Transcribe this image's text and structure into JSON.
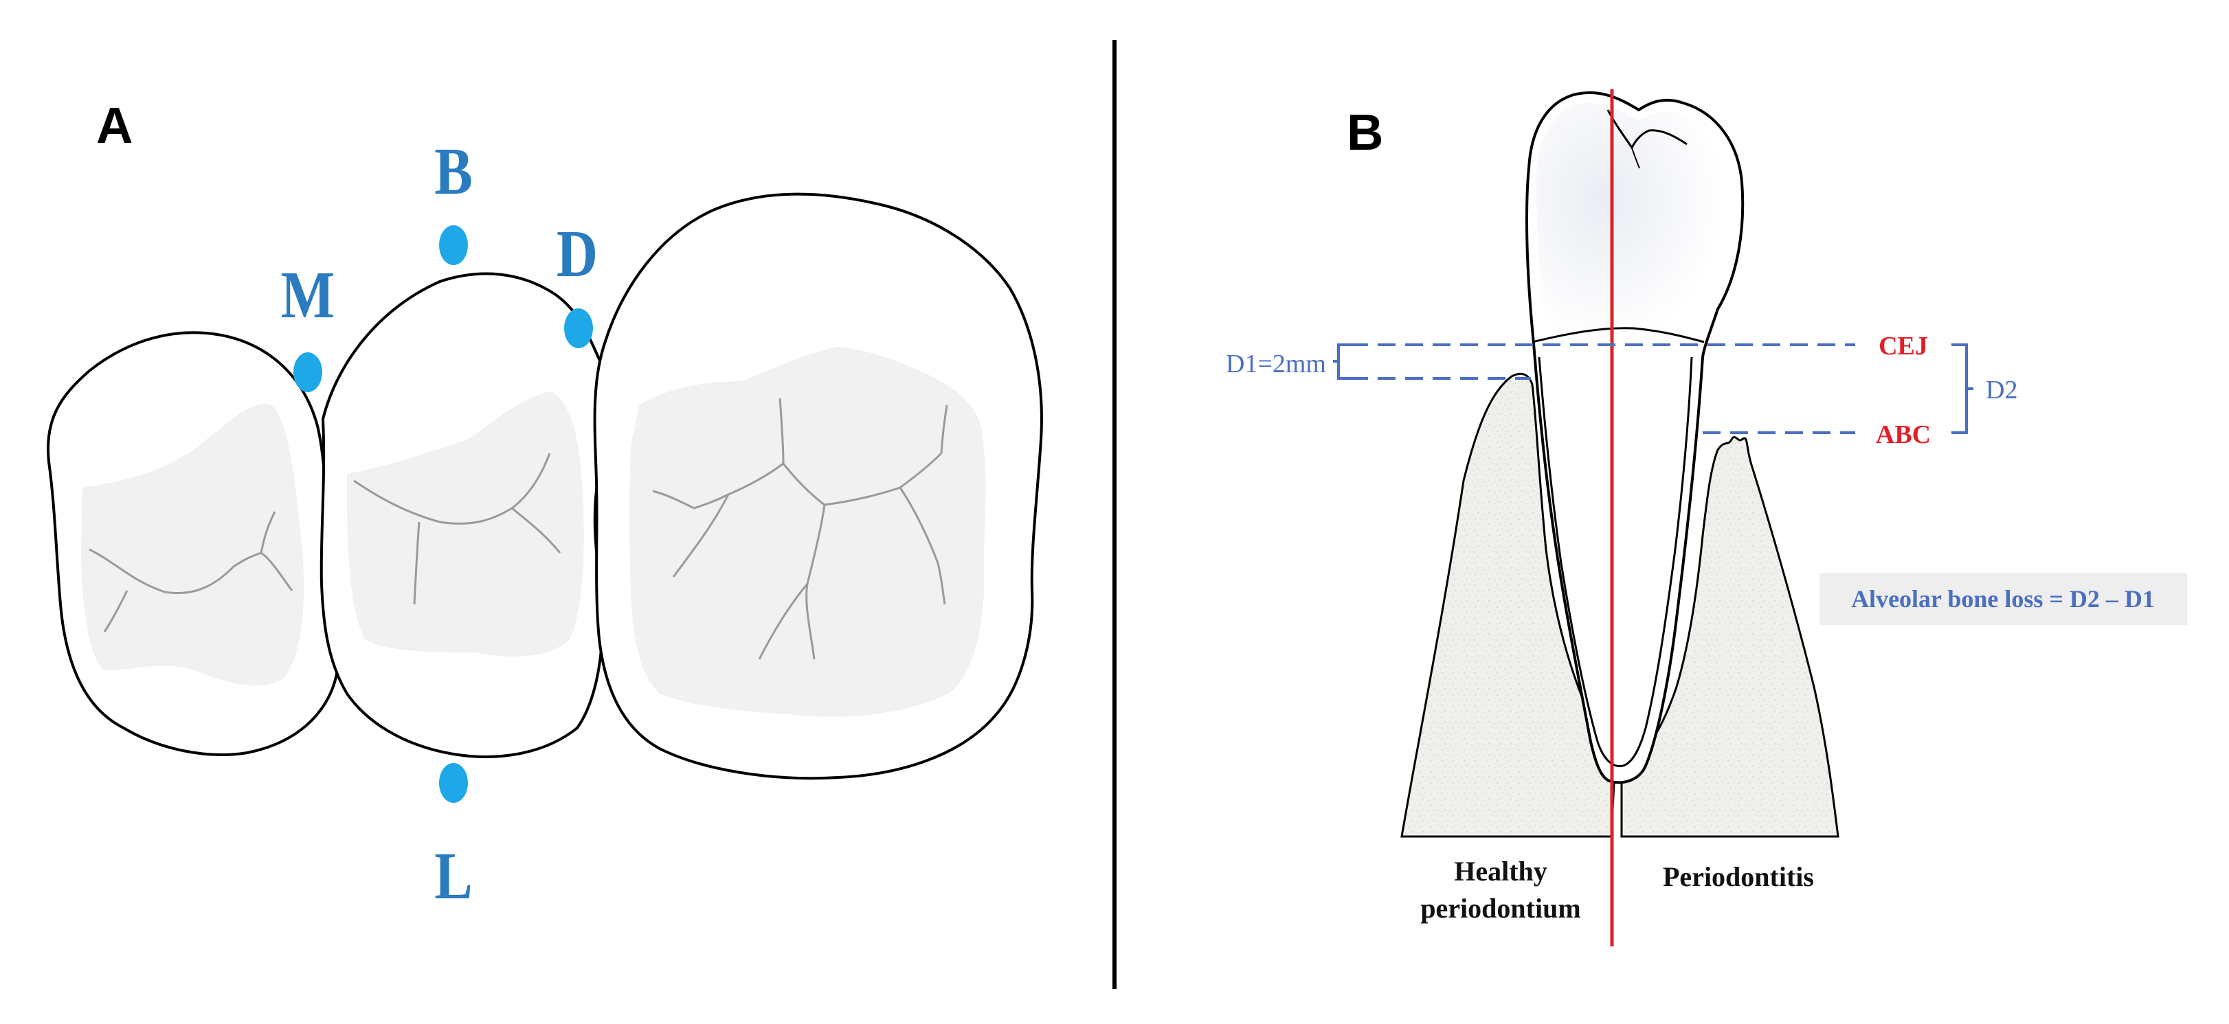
{
  "panel_a": {
    "letter": "A",
    "site_labels": {
      "mesial": "M",
      "buccal": "B",
      "distal": "D",
      "lingual": "L"
    }
  },
  "panel_b": {
    "letter": "B",
    "labels": {
      "d1": "D1=2mm",
      "cej": "CEJ",
      "abc": "ABC",
      "d2": "D2",
      "formula": "Alveolar bone loss = D2 – D1",
      "healthy_line1": "Healthy",
      "healthy_line2": "periodontium",
      "periodontitis": "Periodontitis"
    }
  },
  "colors": {
    "site_dot": "#1ea8e8",
    "site_label": "#2b7bbf",
    "measure_blue": "#4a6fc2",
    "landmark_red": "#e41e26",
    "midline_red": "#d8232a",
    "formula_bg": "#eeeeee",
    "occlusal_fill": "#f1f1f1",
    "bone_fill": "#eeeeea"
  }
}
